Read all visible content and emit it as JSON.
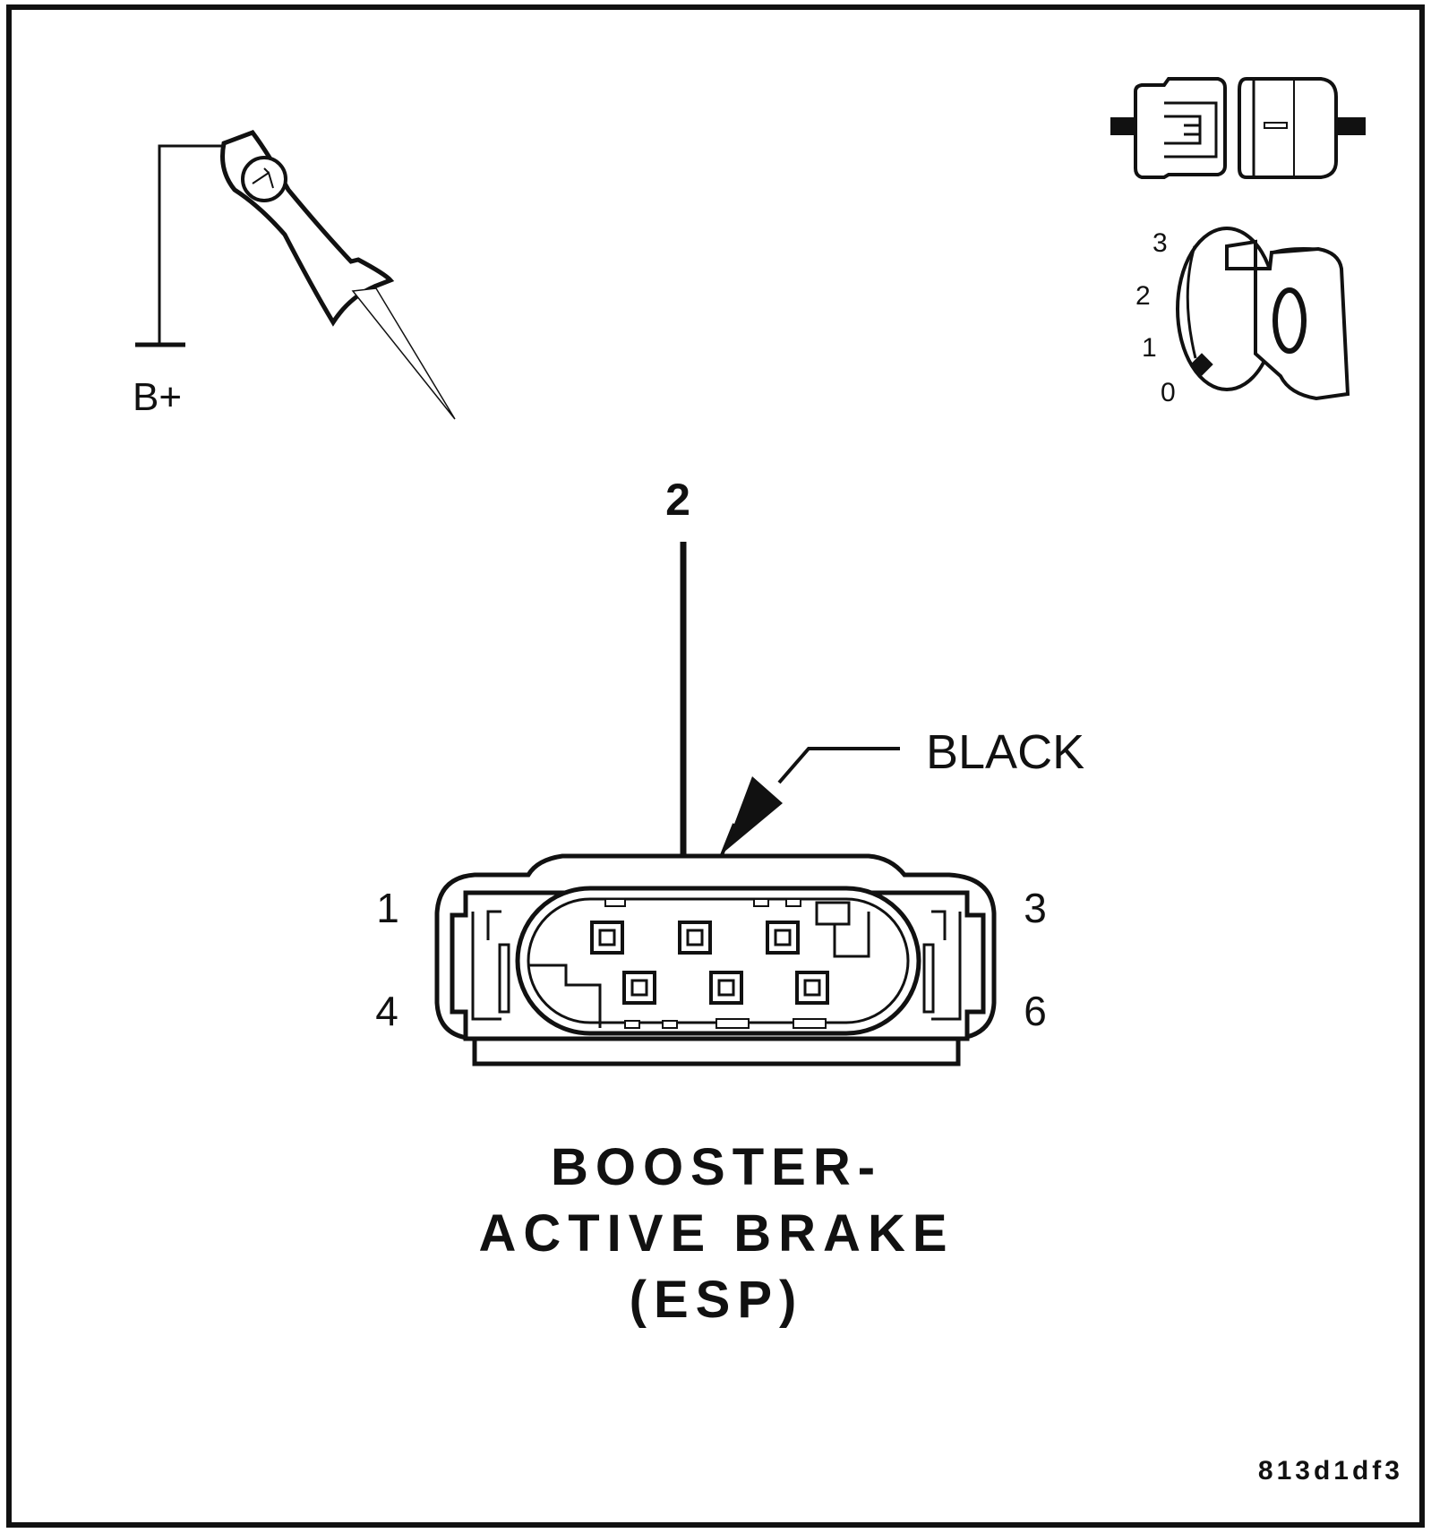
{
  "test_light": {
    "supply_label": "B+"
  },
  "ignition": {
    "positions": [
      "3",
      "2",
      "1",
      "0"
    ]
  },
  "callout": {
    "pin_label": "2",
    "color_label": "BLACK"
  },
  "connector": {
    "pin_labels": {
      "top_left": "1",
      "bottom_left": "4",
      "top_right": "3",
      "bottom_right": "6"
    }
  },
  "title": {
    "line1": "BOOSTER-",
    "line2": "ACTIVE BRAKE",
    "line3": "(ESP)"
  },
  "figure_id": "813d1df3",
  "colors": {
    "ink": "#111111",
    "paper": "#ffffff"
  }
}
